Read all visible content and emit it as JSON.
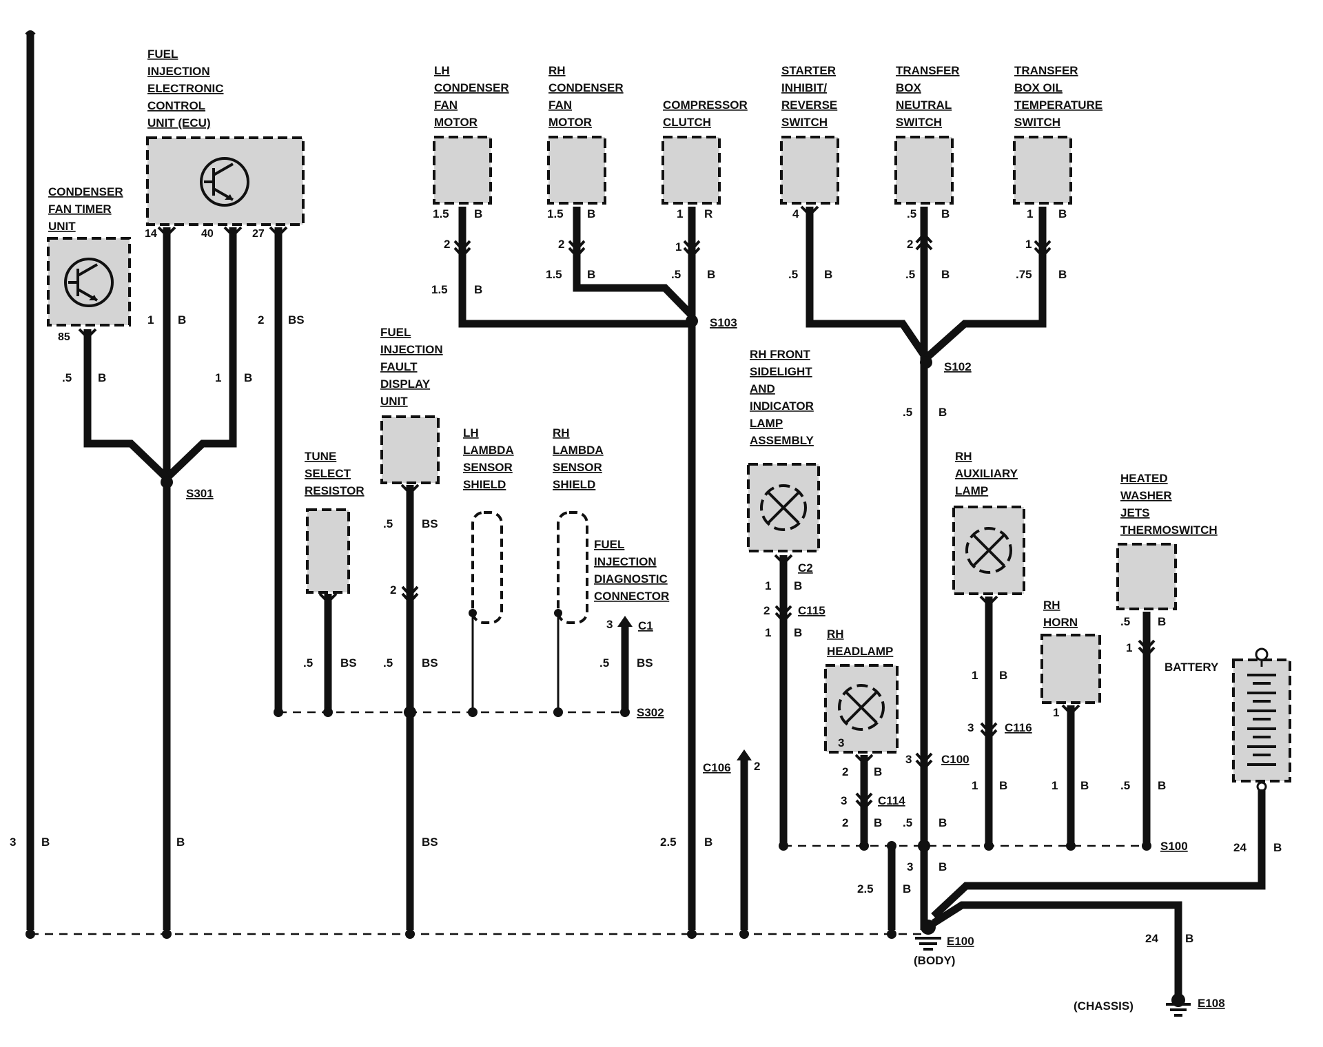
{
  "components": {
    "fan_timer": [
      "CONDENSER",
      "FAN TIMER",
      "UNIT"
    ],
    "ecu": [
      "FUEL",
      "INJECTION",
      "ELECTRONIC",
      "CONTROL",
      "UNIT (ECU)"
    ],
    "lh_fan": [
      "LH",
      "CONDENSER",
      "FAN",
      "MOTOR"
    ],
    "rh_fan": [
      "RH",
      "CONDENSER",
      "FAN",
      "MOTOR"
    ],
    "compressor": [
      "COMPRESSOR",
      "CLUTCH"
    ],
    "starter": [
      "STARTER",
      "INHIBIT/",
      "REVERSE",
      "SWITCH"
    ],
    "tbn": [
      "TRANSFER",
      "BOX",
      "NEUTRAL",
      "SWITCH"
    ],
    "tbo": [
      "TRANSFER",
      "BOX OIL",
      "TEMPERATURE",
      "SWITCH"
    ],
    "fault": [
      "FUEL",
      "INJECTION",
      "FAULT",
      "DISPLAY",
      "UNIT"
    ],
    "tune": [
      "TUNE",
      "SELECT",
      "RESISTOR"
    ],
    "lh_lambda": [
      "LH",
      "LAMBDA",
      "SENSOR",
      "SHIELD"
    ],
    "rh_lambda": [
      "RH",
      "LAMBDA",
      "SENSOR",
      "SHIELD"
    ],
    "diag": [
      "FUEL",
      "INJECTION",
      "DIAGNOSTIC",
      "CONNECTOR"
    ],
    "sidelight": [
      "RH FRONT",
      "SIDELIGHT",
      "AND",
      "INDICATOR",
      "LAMP",
      "ASSEMBLY"
    ],
    "aux": [
      "RH",
      "AUXILIARY",
      "LAMP"
    ],
    "washer": [
      "HEATED",
      "WASHER",
      "JETS",
      "THERMOSWITCH"
    ],
    "headlamp": [
      "RH",
      "HEADLAMP"
    ],
    "horn": [
      "RH",
      "HORN"
    ],
    "battery": "BATTERY"
  },
  "splices": {
    "s301": "S301",
    "s103": "S103",
    "s102": "S102",
    "s302": "S302",
    "s100": "S100"
  },
  "connectors": {
    "c1": "C1",
    "c2": "C2",
    "c115": "C115",
    "c106": "C106",
    "c114": "C114",
    "c100": "C100",
    "c116": "C116"
  },
  "grounds": {
    "e100": "E100",
    "body": "(BODY)",
    "e108": "E108",
    "chassis": "(CHASSIS)"
  },
  "pins": {
    "ecu_14": "14",
    "ecu_40": "40",
    "ecu_27": "27",
    "timer_85": "85",
    "lhfan_15": "1.5",
    "lhfan_2": "2",
    "lhfan_15b": "1.5",
    "rhfan_15": "1.5",
    "rhfan_2": "2",
    "rhfan_15b": "1.5",
    "comp_1": "1",
    "comp_1b": "1",
    "comp_5": ".5",
    "starter_4": "4",
    "starter_5": ".5",
    "tbn_5": ".5",
    "tbn_2": "2",
    "tbn_5b": ".5",
    "tbo_1": "1",
    "tbo_1b": "1",
    "tbo_75": ".75",
    "s102_5": ".5",
    "ecu14_1": "1",
    "ecu27_2": "2",
    "timer_5": ".5",
    "ecu40_1": "1",
    "fault_5": ".5",
    "fault_2": "2",
    "fault_5b": ".5",
    "tune_5": ".5",
    "c1_3": "3",
    "c1_5": ".5",
    "c2_1": "1",
    "c115_2": "2",
    "c115_1": "1",
    "washer_5": ".5",
    "washer_1": "1",
    "aux_1": "1",
    "c116_3": "3",
    "aux_1b": "1",
    "horn_1": "1",
    "horn_1b": "1",
    "washer_5b": ".5",
    "c100_3": "3",
    "c106_2": "2",
    "hl_3": "3",
    "hl_2": "2",
    "c114_3": "3",
    "hl_2b": "2",
    "s100_5": ".5",
    "e100_3": "3",
    "e100_25": "2.5",
    "batt_24": "24",
    "e108_24": "24",
    "left_3": "3",
    "s103_25": "2.5"
  },
  "colors": {
    "b": "B",
    "bs": "BS",
    "r": "R"
  }
}
